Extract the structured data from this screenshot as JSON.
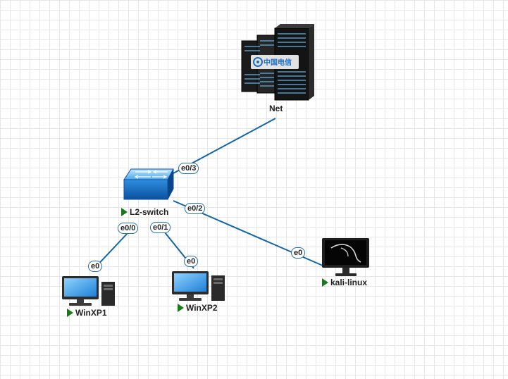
{
  "nodes": {
    "net": {
      "label": "Net",
      "icon": "server-rack-icon",
      "logo_text": "中国电信"
    },
    "switch": {
      "label": "L2-switch",
      "icon": "switch-icon",
      "running": true
    },
    "winxp1": {
      "label": "WinXP1",
      "icon": "pc-icon",
      "running": true
    },
    "winxp2": {
      "label": "WinXP2",
      "icon": "pc-icon",
      "running": true
    },
    "kali": {
      "label": "kali-linux",
      "icon": "kali-monitor-icon",
      "running": true
    }
  },
  "links": [
    {
      "from": "switch",
      "to": "net",
      "from_port": "e0/3",
      "to_port": ""
    },
    {
      "from": "switch",
      "to": "kali",
      "from_port": "e0/2",
      "to_port": "e0"
    },
    {
      "from": "switch",
      "to": "winxp1",
      "from_port": "e0/0",
      "to_port": "e0"
    },
    {
      "from": "switch",
      "to": "winxp2",
      "from_port": "e0/1",
      "to_port": "e0"
    }
  ],
  "colors": {
    "link": "#1565a0",
    "grid": "#e6e6e6",
    "running": "#1a7a1a",
    "port_border": "#2a6f9e"
  }
}
